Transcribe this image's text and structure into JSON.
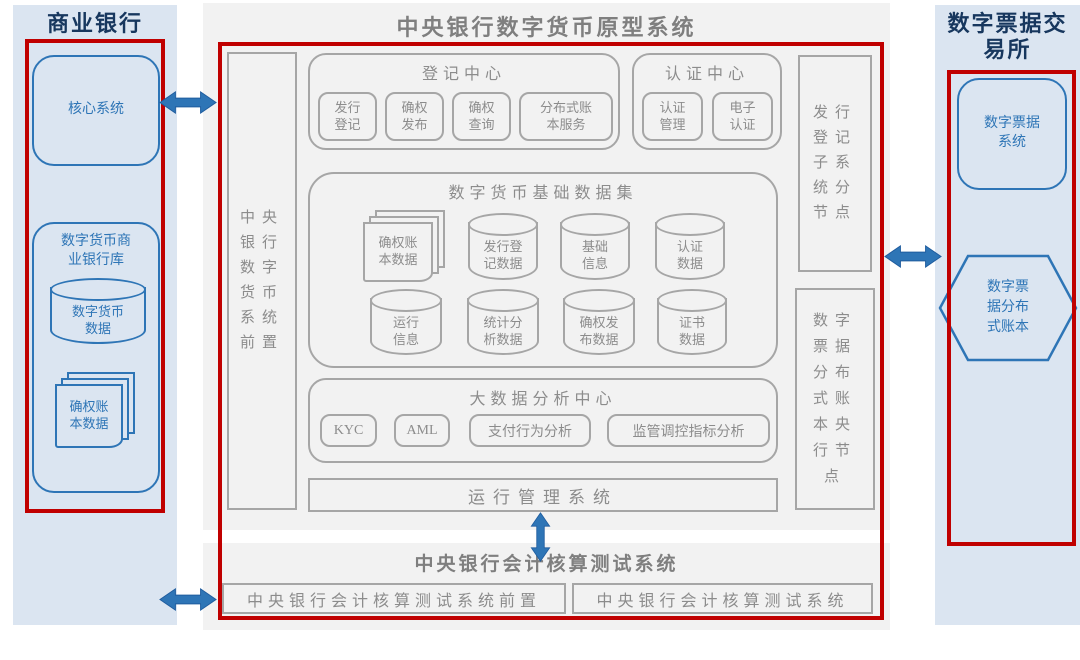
{
  "palette": {
    "panel_blue": "#dbe5f1",
    "panel_gray": "#f2f2f2",
    "blue_accent": "#2e75b6",
    "navy_title": "#17375e",
    "gray_border": "#a6a6a6",
    "gray_text": "#8c8c8c",
    "red_frame": "#c00000"
  },
  "left_panel": {
    "title": "商业银行",
    "core_system": "核心系统",
    "bank_db": {
      "label": "数字货币商\n业银行库",
      "currency_data": "数字货币\n数据",
      "ledger_data": "确权账\n本数据"
    }
  },
  "center_panel": {
    "title": "中央银行数字货币原型系统",
    "frontend": "中央\n银行\n数字\n货币\n系统\n前置",
    "registration_center": {
      "title": "登记中心",
      "items": [
        "发行\n登记",
        "确权\n发布",
        "确权\n查询",
        "分布式账\n本服务"
      ]
    },
    "auth_center": {
      "title": "认证中心",
      "items": [
        "认证\n管理",
        "电子\n认证"
      ]
    },
    "issue_registry_node": "发行\n登记\n子系\n统分\n节点",
    "bill_ledger_node": "数字\n票据\n分布\n式账\n本央\n行节\n点",
    "dataset": {
      "title": "数字货币基础数据集",
      "row1": [
        "确权账\n本数据",
        "发行登\n记数据",
        "基础\n信息",
        "认证\n数据"
      ],
      "row2": [
        "运行\n信息",
        "统计分\n析数据",
        "确权发\n布数据",
        "证书\n数据"
      ]
    },
    "bigdata": {
      "title": "大数据分析中心",
      "items": [
        "KYC",
        "AML",
        "支付行为分析",
        "监管调控指标分析"
      ]
    },
    "ops_system": "运行管理系统"
  },
  "bottom_panel": {
    "title": "中央银行会计核算测试系统",
    "items": [
      "中央银行会计核算测试系统前置",
      "中央银行会计核算测试系统"
    ]
  },
  "right_panel": {
    "title": "数字票据交\n易所",
    "bill_system": "数字票据\n系统",
    "bill_ledger": "数字票\n据分布\n式账本"
  }
}
